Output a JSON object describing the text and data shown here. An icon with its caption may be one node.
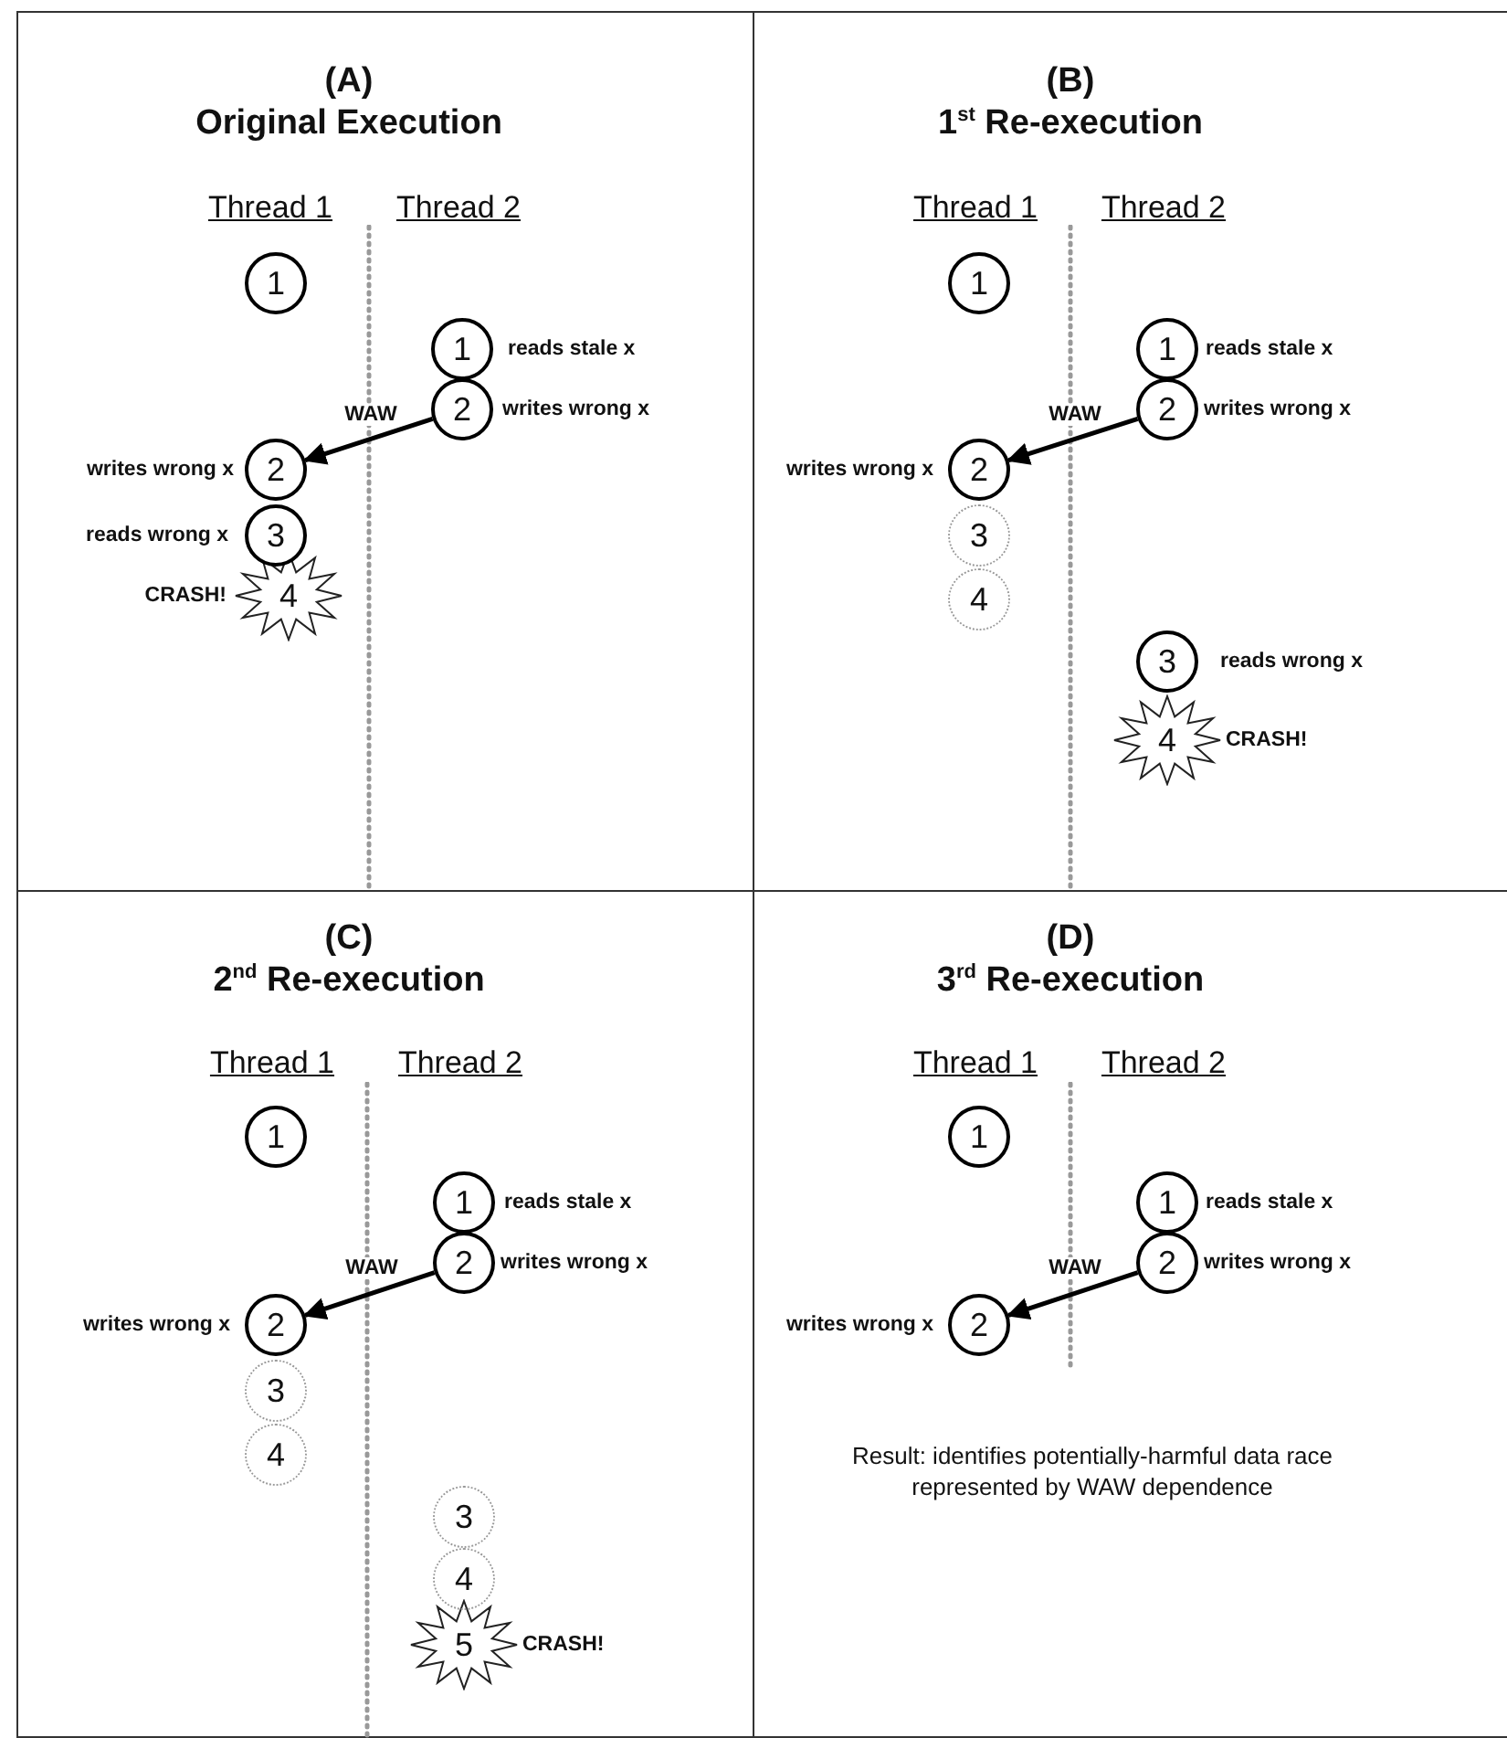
{
  "diagram": {
    "nodes": [
      {
        "text": [
          "(A)",
          "Original Execution"
        ]
      },
      {
        "text": [
          "1"
        ],
        "in": 0
      },
      {
        "text": [
          "1"
        ],
        "in": 0,
        "beside": [
          "reads stale x"
        ]
      },
      {
        "text": [
          "2"
        ],
        "in": 0,
        "beside": [
          "writes wrong x"
        ]
      },
      {
        "text": [
          "2"
        ],
        "in": 0,
        "beside": [
          "writes wrong x"
        ]
      },
      {
        "text": [
          "3"
        ],
        "in": 0,
        "beside": [
          "reads wrong x"
        ]
      },
      {
        "text": [
          "4"
        ],
        "in": 0,
        "beside": [
          "CRASH!"
        ]
      },
      {
        "text": [
          "(B)",
          "1$^{st}$ Re-execution"
        ]
      },
      {
        "text": [
          "1"
        ],
        "in": 7
      },
      {
        "text": [
          "1"
        ],
        "in": 7,
        "beside": [
          "reads stale x"
        ]
      },
      {
        "text": [
          "2"
        ],
        "in": 7,
        "beside": [
          "writes wrong x"
        ]
      },
      {
        "text": [
          "2"
        ],
        "in": 7,
        "beside": [
          "writes wrong x"
        ]
      },
      {
        "text": [
          "3"
        ],
        "in": 7
      },
      {
        "text": [
          "4"
        ],
        "in": 7
      },
      {
        "text": [
          "3"
        ],
        "in": 7,
        "beside": [
          "reads wrong x"
        ]
      },
      {
        "text": [
          "4"
        ],
        "in": 7,
        "beside": [
          "CRASH!"
        ]
      },
      {
        "text": [
          "(C)",
          "2$^{nd}$ Re-execution"
        ]
      },
      {
        "text": [
          "1"
        ],
        "in": 16
      },
      {
        "text": [
          "1"
        ],
        "in": 16,
        "beside": [
          "reads stale x"
        ]
      },
      {
        "text": [
          "2"
        ],
        "in": 16,
        "beside": [
          "writes wrong x"
        ]
      },
      {
        "text": [
          "2"
        ],
        "in": 16,
        "beside": [
          "writes wrong x"
        ]
      },
      {
        "text": [
          "3"
        ],
        "in": 16
      },
      {
        "text": [
          "4"
        ],
        "in": 16
      },
      {
        "text": [
          "3"
        ],
        "in": 16
      },
      {
        "text": [
          "4"
        ],
        "in": 16
      },
      {
        "text": [
          "5"
        ],
        "in": 16,
        "beside": [
          "CRASH!"
        ]
      },
      {
        "text": [
          "(D)",
          "3$^{rd}$ Re-execution"
        ]
      },
      {
        "text": [
          "1"
        ],
        "in": 26
      },
      {
        "text": [
          "1"
        ],
        "in": 26,
        "beside": [
          "reads stale x"
        ]
      },
      {
        "text": [
          "2"
        ],
        "in": 26,
        "beside": [
          "writes wrong x"
        ]
      },
      {
        "text": [
          "2"
        ],
        "in": 26,
        "beside": [
          "writes wrong x"
        ]
      }
    ],
    "edges": [
      {
        "from": 3,
        "to": 4,
        "arrow": "to",
        "label": "WAW"
      },
      {
        "from": 10,
        "to": 11,
        "arrow": "to",
        "label": "WAW"
      },
      {
        "from": 19,
        "to": 20,
        "arrow": "to",
        "label": "WAW"
      },
      {
        "from": 29,
        "to": 30,
        "arrow": "to",
        "label": "WAW"
      }
    ],
    "labels": [
      "Thread 1",
      "Thread 2",
      "Thread 1",
      "Thread 2",
      "Thread 1",
      "Thread 2",
      "Thread 1",
      "Thread 2",
      "Result: identifies potentially-harmful data race represented by WAW dependence"
    ]
  }
}
